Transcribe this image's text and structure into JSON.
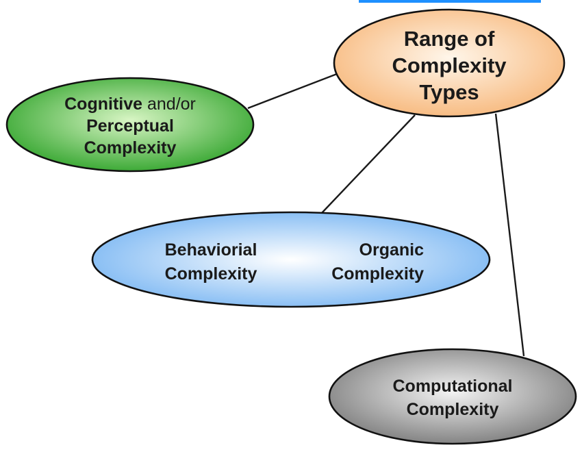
{
  "header_bar_color": "#1e90ff",
  "nodes": {
    "range": {
      "lines": [
        "Range of",
        "Complexity",
        "Types"
      ],
      "fill_center": "#fff6ea",
      "fill_edge": "#f7b77a"
    },
    "cognitive": {
      "line1_bold": "Cognitive",
      "line1_normal": " and/or",
      "line2": "Perceptual",
      "line3": "Complexity",
      "fill_center": "#d8f5c4",
      "fill_edge": "#2fa32a"
    },
    "behavioral": {
      "left_lines": [
        "Behaviorial",
        "Complexity"
      ],
      "right_lines": [
        "Organic",
        "Complexity"
      ],
      "fill_center": "#ffffff",
      "fill_edge": "#7fb9f3"
    },
    "computational": {
      "lines": [
        "Computational",
        "Complexity"
      ],
      "fill_center": "#f4f4f4",
      "fill_edge": "#7a7a7a"
    }
  }
}
